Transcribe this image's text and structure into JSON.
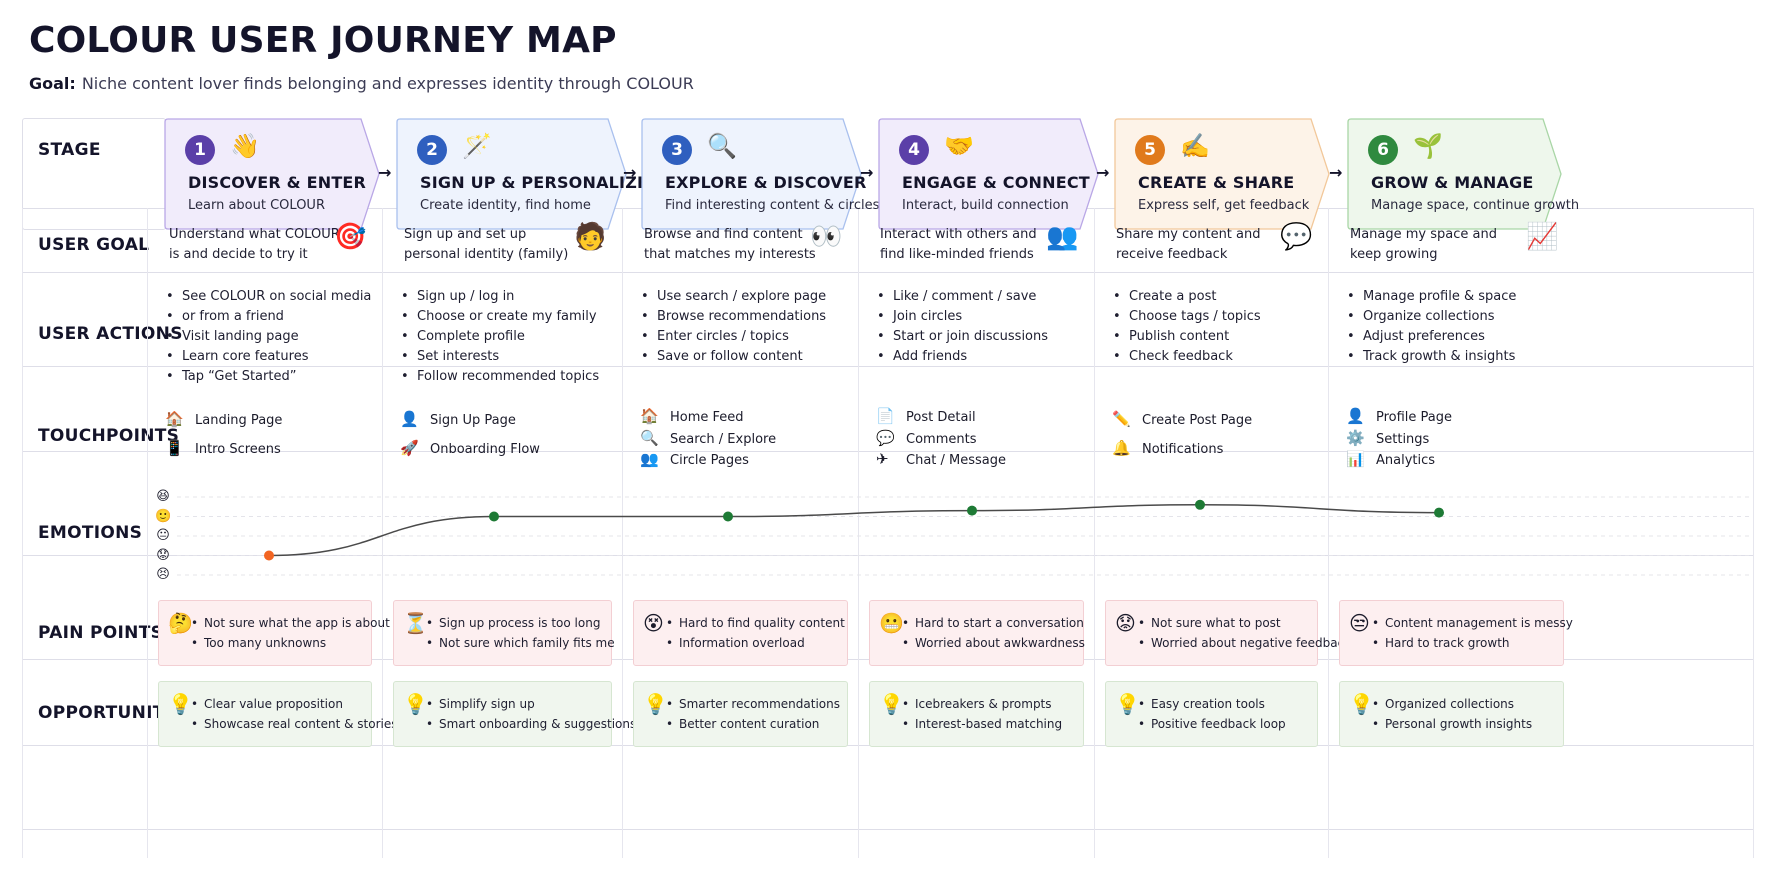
{
  "title": "COLOUR USER JOURNEY MAP",
  "goal": {
    "label": "Goal:",
    "text": "Niche content lover finds belonging and expresses identity through COLOUR"
  },
  "row_labels": {
    "stage": "STAGE",
    "user_goal": "USER GOAL",
    "user_actions": "USER ACTIONS",
    "touchpoints": "TOUCHPOINTS",
    "emotions": "EMOTIONS",
    "pain_points": "PAIN POINTS",
    "opportunities": "OPPORTUNITIES"
  },
  "arrow": "→",
  "emotion_scale": [
    "😆",
    "🙂",
    "😐",
    "😟",
    "😣"
  ],
  "emotion_levels": [
    1,
    3,
    3,
    3.3,
    3.6,
    3.2
  ],
  "stages": [
    {
      "num": "1",
      "emoji": "👋",
      "name": "DISCOVER & ENTER",
      "sub": "Learn about COLOUR",
      "color": "#5b3fa8",
      "fill": "#f1ecfb",
      "stroke": "#b9a7e6",
      "goal": "Understand what COLOUR is and decide to try it",
      "goal_emoji": "🎯",
      "actions": [
        "See COLOUR on social media",
        "or from a friend",
        "Visit landing page",
        "Learn core features",
        "Tap “Get Started”"
      ],
      "touchpoints": [
        {
          "icon": "🏠",
          "label": "Landing Page"
        },
        {
          "icon": "📱",
          "label": "Intro Screens"
        }
      ],
      "pain_emoji": "🤔",
      "pain": [
        "Not sure what the app is about",
        "Too many unknowns"
      ],
      "opp": [
        "Clear value proposition",
        "Showcase real content & stories"
      ]
    },
    {
      "num": "2",
      "emoji": "🪄",
      "name": "SIGN UP & PERSONALIZE",
      "sub": "Create identity, find home",
      "color": "#2f5fbf",
      "fill": "#eef3fd",
      "stroke": "#a9c0ee",
      "goal": "Sign up and set up personal identity (family)",
      "goal_emoji": "🧑",
      "actions": [
        "Sign up / log in",
        "Choose or create my family",
        "Complete profile",
        "Set interests",
        "Follow recommended topics"
      ],
      "touchpoints": [
        {
          "icon": "👤",
          "label": "Sign Up Page"
        },
        {
          "icon": "🚀",
          "label": "Onboarding Flow"
        }
      ],
      "pain_emoji": "⏳",
      "pain": [
        "Sign up process is too long",
        "Not sure which family fits me"
      ],
      "opp": [
        "Simplify sign up",
        "Smart onboarding & suggestions"
      ]
    },
    {
      "num": "3",
      "emoji": "🔍",
      "name": "EXPLORE & DISCOVER",
      "sub": "Find interesting content & circles",
      "color": "#2f5fbf",
      "fill": "#eef3fd",
      "stroke": "#a9c0ee",
      "goal": "Browse and find content that matches my interests",
      "goal_emoji": "👀",
      "actions": [
        "Use search / explore page",
        "Browse recommendations",
        "Enter circles / topics",
        "Save or follow content"
      ],
      "touchpoints": [
        {
          "icon": "🏠",
          "label": "Home Feed"
        },
        {
          "icon": "🔍",
          "label": "Search / Explore"
        },
        {
          "icon": "👥",
          "label": "Circle Pages"
        }
      ],
      "pain_emoji": "😵",
      "pain": [
        "Hard to find quality content",
        "Information overload"
      ],
      "opp": [
        "Smarter recommendations",
        "Better content curation"
      ]
    },
    {
      "num": "4",
      "emoji": "🤝",
      "name": "ENGAGE & CONNECT",
      "sub": "Interact, build connection",
      "color": "#5b3fa8",
      "fill": "#f1ecfb",
      "stroke": "#b9a7e6",
      "goal": "Interact with others and find like-minded friends",
      "goal_emoji": "👥",
      "actions": [
        "Like / comment / save",
        "Join circles",
        "Start or join discussions",
        "Add friends"
      ],
      "touchpoints": [
        {
          "icon": "📄",
          "label": "Post Detail"
        },
        {
          "icon": "💬",
          "label": "Comments"
        },
        {
          "icon": "✈",
          "label": "Chat / Message"
        }
      ],
      "pain_emoji": "😬",
      "pain": [
        "Hard to start a conversation",
        "Worried about awkwardness"
      ],
      "opp": [
        "Icebreakers & prompts",
        "Interest-based matching"
      ]
    },
    {
      "num": "5",
      "emoji": "✍️",
      "name": "CREATE & SHARE",
      "sub": "Express self, get feedback",
      "color": "#e07a1c",
      "fill": "#fdf3e8",
      "stroke": "#f2c89a",
      "goal": "Share my content and receive feedback",
      "goal_emoji": "💬",
      "actions": [
        "Create a post",
        "Choose tags / topics",
        "Publish content",
        "Check feedback"
      ],
      "touchpoints": [
        {
          "icon": "✏️",
          "label": "Create Post Page"
        },
        {
          "icon": "🔔",
          "label": "Notifications"
        }
      ],
      "pain_emoji": "😟",
      "pain": [
        "Not sure what to post",
        "Worried about negative feedback"
      ],
      "opp": [
        "Easy creation tools",
        "Positive feedback loop"
      ]
    },
    {
      "num": "6",
      "emoji": "🌱",
      "name": "GROW & MANAGE",
      "sub": "Manage space, continue growth",
      "color": "#2f8a3f",
      "fill": "#eef7ec",
      "stroke": "#a9d6a6",
      "goal": "Manage my space and keep growing",
      "goal_emoji": "📈",
      "actions": [
        "Manage profile & space",
        "Organize collections",
        "Adjust preferences",
        "Track growth & insights"
      ],
      "touchpoints": [
        {
          "icon": "👤",
          "label": "Profile Page"
        },
        {
          "icon": "⚙️",
          "label": "Settings"
        },
        {
          "icon": "📊",
          "label": "Analytics"
        }
      ],
      "pain_emoji": "😒",
      "pain": [
        "Content management is messy",
        "Hard to track growth"
      ],
      "opp": [
        "Organized collections",
        "Personal growth insights"
      ]
    }
  ]
}
